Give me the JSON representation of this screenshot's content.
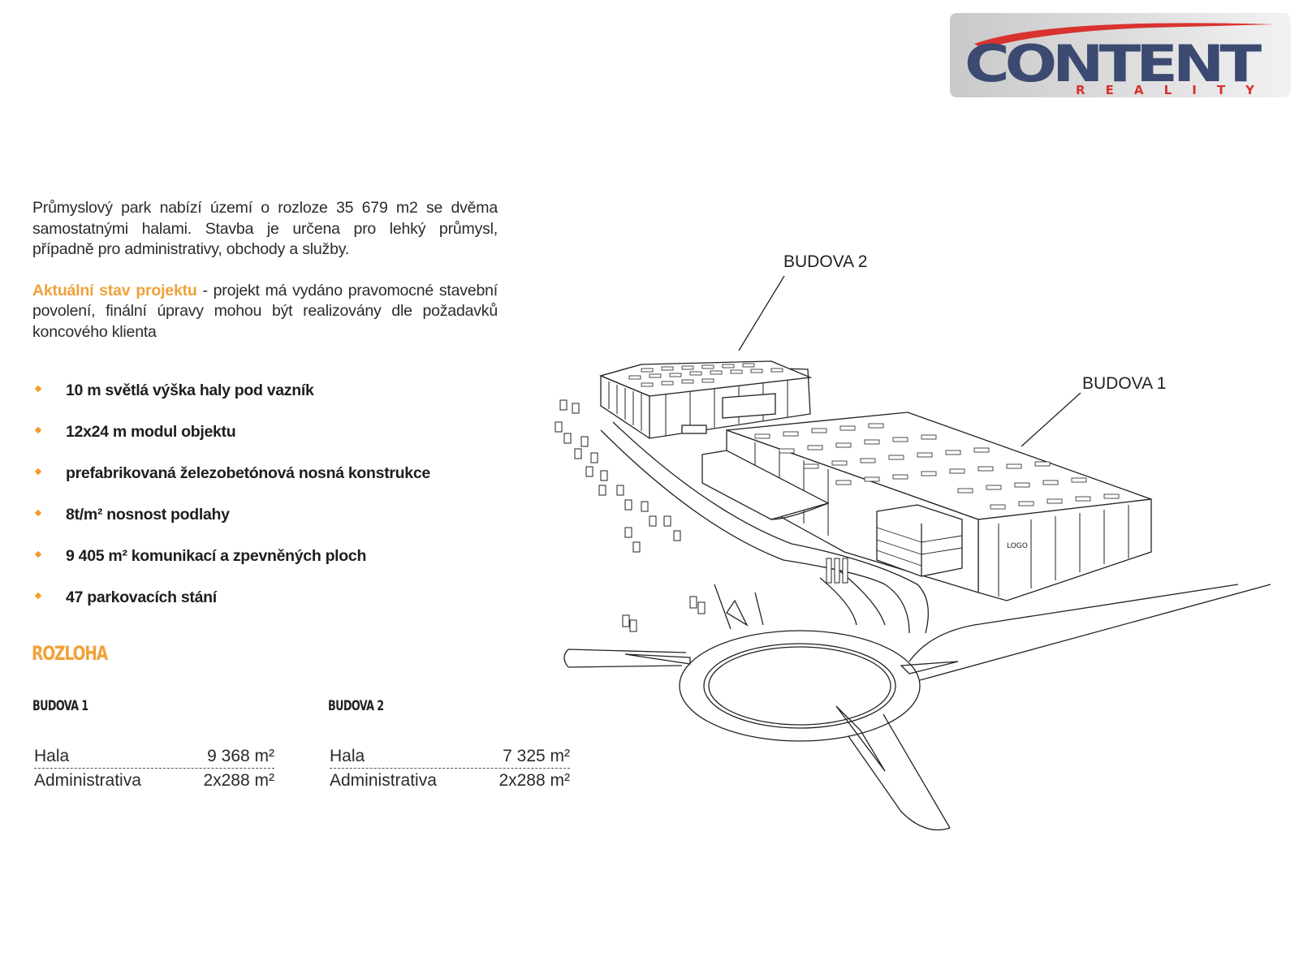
{
  "logo": {
    "text": "CONTENT",
    "subtext": "REALITY",
    "colors": {
      "main": "#3c4a72",
      "accent": "#d9322f",
      "bg": "#d4d4d4"
    }
  },
  "intro": {
    "paragraph1": "Průmyslový park nabízí území o rozloze 35 679 m2 se dvěma samostatnými halami. Stavba je určena pro lehký průmysl, případně pro administrativy, obchody a služby.",
    "status_label": "Aktuální stav projektu",
    "status_text": " - projekt má vydáno pravomocné stavební povolení, finální úpravy mohou být realizovány dle požadavků koncového klienta"
  },
  "features": [
    "10 m světlá výška haly pod vazník",
    "12x24 m modul objektu",
    "prefabrikovaná železobetónová nosná konstrukce",
    "8t/m² nosnost podlahy",
    "9 405 m² komunikací a zpevněných ploch",
    "47 parkovacích stání"
  ],
  "section_title": "ROZLOHA",
  "buildings": [
    {
      "title": "BUDOVA 1",
      "rows": [
        {
          "label": "Hala",
          "value": "9 368 m²"
        },
        {
          "label": "Administrativa",
          "value": "2x288 m²"
        }
      ]
    },
    {
      "title": "BUDOVA 2",
      "rows": [
        {
          "label": "Hala",
          "value": "7 325 m²"
        },
        {
          "label": "Administrativa",
          "value": "2x288 m²"
        }
      ]
    }
  ],
  "drawing": {
    "callout_building_2": "BUDOVA 2",
    "callout_building_1": "BUDOVA 1",
    "facade_logo": "LOGO"
  },
  "colors": {
    "accent_orange": "#f0a13a",
    "text": "#222222"
  }
}
